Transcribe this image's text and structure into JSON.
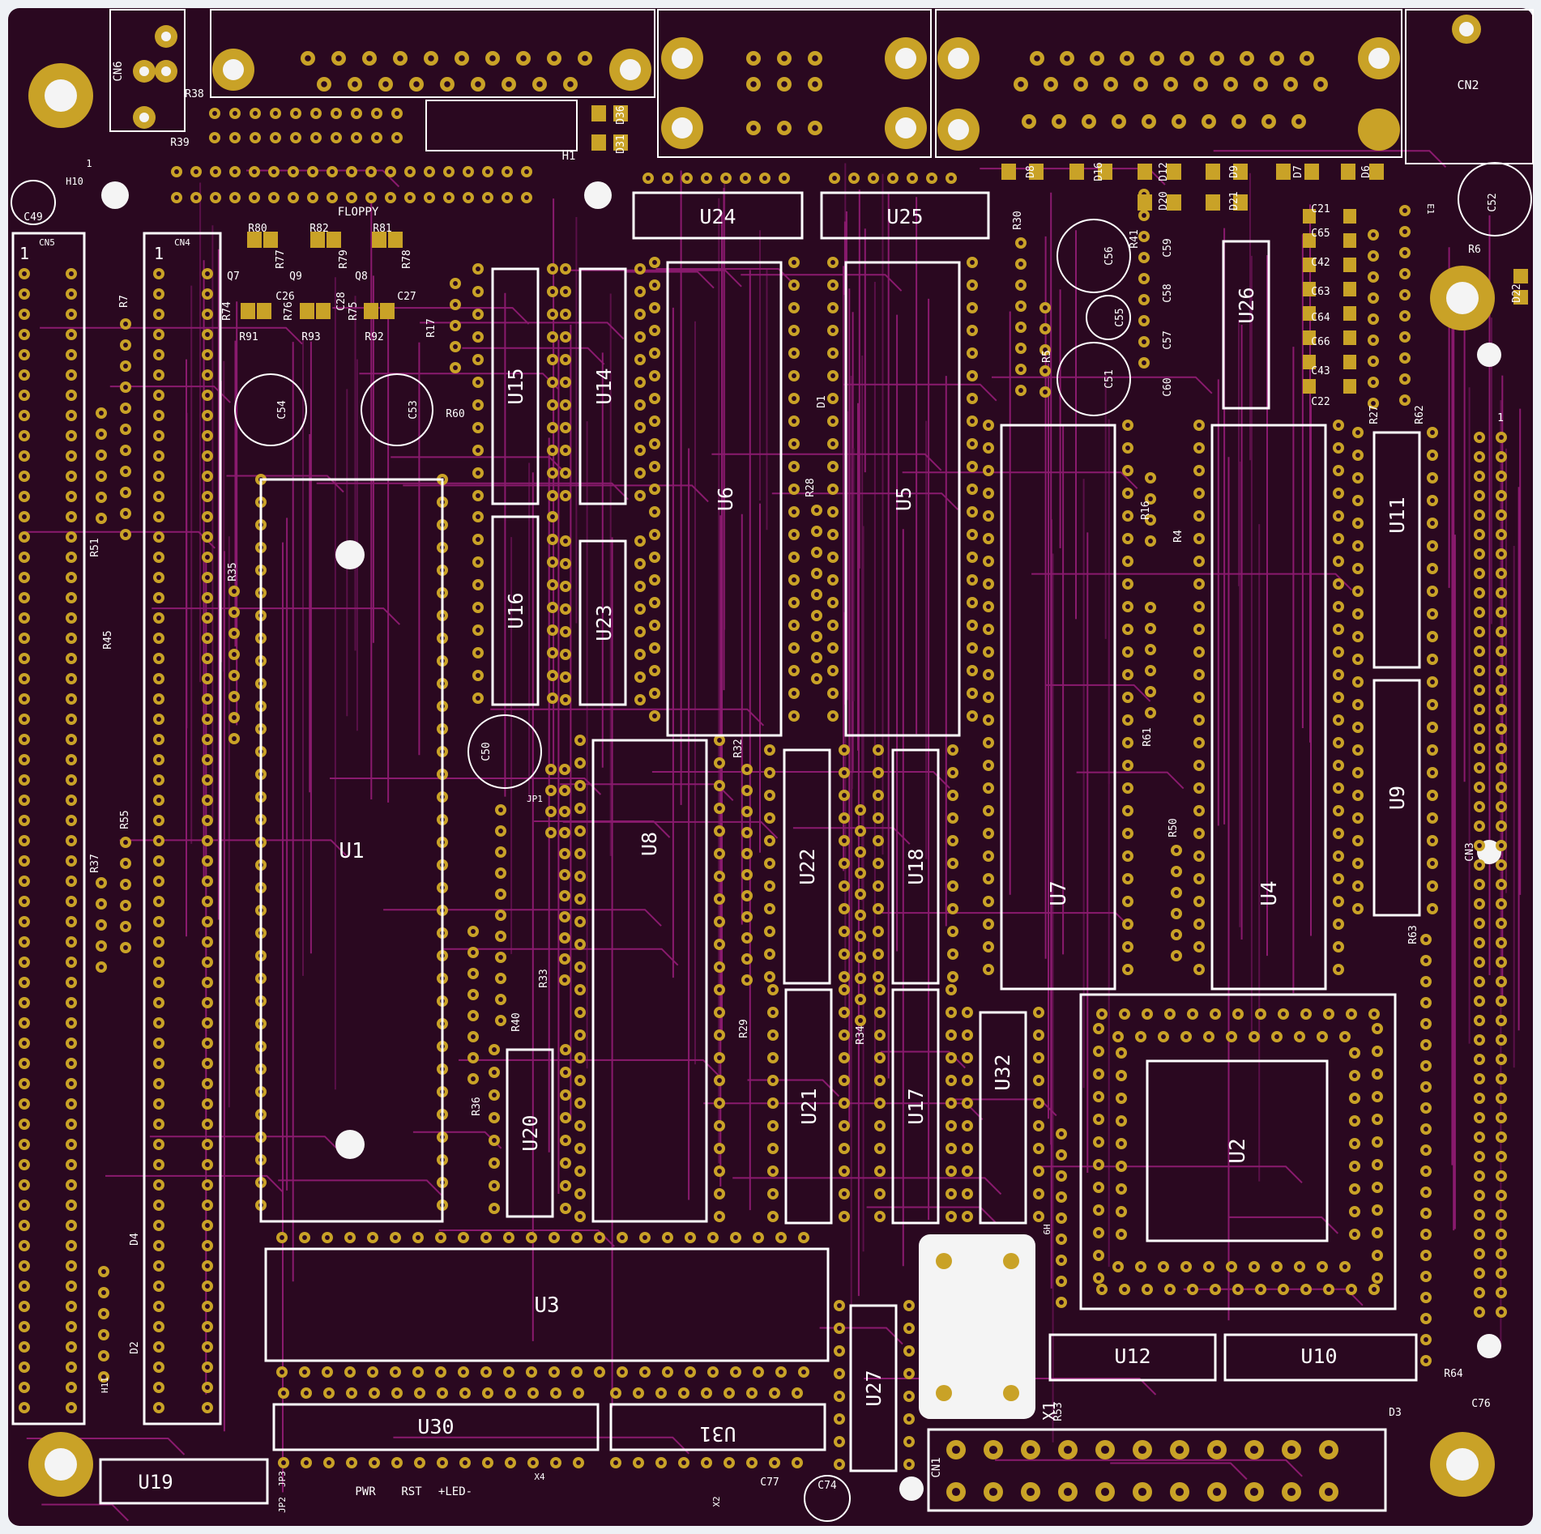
{
  "colors": {
    "background": "#eef1f5",
    "board": "#2a0820",
    "trace": "#8a1a6e",
    "trace_dim": "#5a1048",
    "pad": "#c9a227",
    "drill": "#f4f4f4",
    "silk": "#ffffff"
  },
  "texts": {
    "floppy": "FLOPPY",
    "pin1_a": "1",
    "pin1_b": "1",
    "pin1_c": "1",
    "pwr": "PWR",
    "rst": "RST",
    "led": "+LED-",
    "cn3_pin1": "1"
  },
  "chips": [
    {
      "label": "U24"
    },
    {
      "label": "U25"
    },
    {
      "label": "U15"
    },
    {
      "label": "U14"
    },
    {
      "label": "U6"
    },
    {
      "label": "U5"
    },
    {
      "label": "U16"
    },
    {
      "label": "U23"
    },
    {
      "label": "U1"
    },
    {
      "label": "U8"
    },
    {
      "label": "U22"
    },
    {
      "label": "U18"
    },
    {
      "label": "U7"
    },
    {
      "label": "U4"
    },
    {
      "label": "U26"
    },
    {
      "label": "U11"
    },
    {
      "label": "U9"
    },
    {
      "label": "U20"
    },
    {
      "label": "U21"
    },
    {
      "label": "U17"
    },
    {
      "label": "U32"
    },
    {
      "label": "U2"
    },
    {
      "label": "U3"
    },
    {
      "label": "U12"
    },
    {
      "label": "U10"
    },
    {
      "label": "U27"
    },
    {
      "label": "U30"
    },
    {
      "label": "U31"
    },
    {
      "label": "U19"
    }
  ],
  "connectors": [
    {
      "label": "CN6"
    },
    {
      "label": "CN2"
    },
    {
      "label": "CN5"
    },
    {
      "label": "CN4"
    },
    {
      "label": "CN3"
    },
    {
      "label": "CN1"
    },
    {
      "label": "H1"
    },
    {
      "label": "H10"
    },
    {
      "label": "H11"
    },
    {
      "label": "H9"
    },
    {
      "label": "JP1"
    },
    {
      "label": "JP2"
    },
    {
      "label": "JP3"
    },
    {
      "label": "X1"
    },
    {
      "label": "X2"
    },
    {
      "label": "X4"
    },
    {
      "label": "E1"
    }
  ],
  "components": [
    {
      "label": "R38"
    },
    {
      "label": "R39"
    },
    {
      "label": "D36"
    },
    {
      "label": "D31"
    },
    {
      "label": "D8"
    },
    {
      "label": "D16"
    },
    {
      "label": "D12"
    },
    {
      "label": "D9"
    },
    {
      "label": "D7"
    },
    {
      "label": "D6"
    },
    {
      "label": "D20"
    },
    {
      "label": "D21"
    },
    {
      "label": "C49"
    },
    {
      "label": "C52"
    },
    {
      "label": "R6"
    },
    {
      "label": "D22"
    },
    {
      "label": "R80"
    },
    {
      "label": "R82"
    },
    {
      "label": "R81"
    },
    {
      "label": "R77"
    },
    {
      "label": "R79"
    },
    {
      "label": "R78"
    },
    {
      "label": "Q7"
    },
    {
      "label": "Q9"
    },
    {
      "label": "Q8"
    },
    {
      "label": "C26"
    },
    {
      "label": "C28"
    },
    {
      "label": "C27"
    },
    {
      "label": "R74"
    },
    {
      "label": "R76"
    },
    {
      "label": "R75"
    },
    {
      "label": "R91"
    },
    {
      "label": "R93"
    },
    {
      "label": "R92"
    },
    {
      "label": "R17"
    },
    {
      "label": "R60"
    },
    {
      "label": "C54"
    },
    {
      "label": "C53"
    },
    {
      "label": "R7"
    },
    {
      "label": "R51"
    },
    {
      "label": "R45"
    },
    {
      "label": "R35"
    },
    {
      "label": "R30"
    },
    {
      "label": "R5"
    },
    {
      "label": "C56"
    },
    {
      "label": "C55"
    },
    {
      "label": "C51"
    },
    {
      "label": "R41"
    },
    {
      "label": "C59"
    },
    {
      "label": "C58"
    },
    {
      "label": "C57"
    },
    {
      "label": "C60"
    },
    {
      "label": "C21"
    },
    {
      "label": "C65"
    },
    {
      "label": "C42"
    },
    {
      "label": "C63"
    },
    {
      "label": "C64"
    },
    {
      "label": "C66"
    },
    {
      "label": "C43"
    },
    {
      "label": "C22"
    },
    {
      "label": "R27"
    },
    {
      "label": "R62"
    },
    {
      "label": "D1"
    },
    {
      "label": "R28"
    },
    {
      "label": "R16"
    },
    {
      "label": "R4"
    },
    {
      "label": "R61"
    },
    {
      "label": "R50"
    },
    {
      "label": "R63"
    },
    {
      "label": "C50"
    },
    {
      "label": "R32"
    },
    {
      "label": "R33"
    },
    {
      "label": "R40"
    },
    {
      "label": "R36"
    },
    {
      "label": "R29"
    },
    {
      "label": "R34"
    },
    {
      "label": "R55"
    },
    {
      "label": "R37"
    },
    {
      "label": "D4"
    },
    {
      "label": "D2"
    },
    {
      "label": "R53"
    },
    {
      "label": "R64"
    },
    {
      "label": "D3"
    },
    {
      "label": "C76"
    },
    {
      "label": "C77"
    },
    {
      "label": "C74"
    }
  ]
}
